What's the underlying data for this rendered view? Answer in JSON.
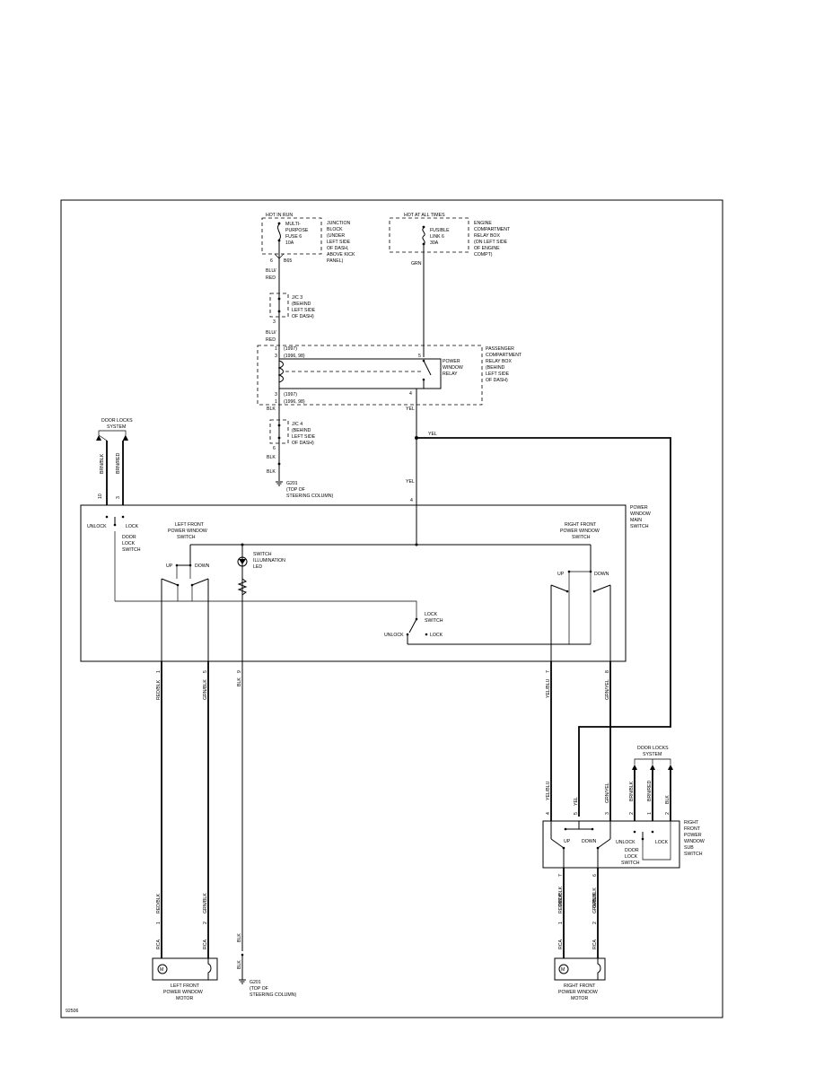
{
  "diagram_id": "92506",
  "top": {
    "hot_in_run": "HOT IN RUN",
    "hot_at_all_times": "HOT AT ALL TIMES",
    "fuse": [
      "MULTI-",
      "PURPOSE",
      "FUSE 6",
      "10A"
    ],
    "junction_block": [
      "JUNCTION",
      "BLOCK",
      "(UNDER",
      "LEFT SIDE",
      "OF DASH,",
      "ABOVE KICK",
      "PANEL)"
    ],
    "fusible_link": [
      "FUSIBLE",
      "LINK 6",
      "30A"
    ],
    "engine_box": [
      "ENGINE",
      "COMPARTMENT",
      "RELAY BOX",
      "(ON LEFT SIDE",
      "OF ENGINE",
      "COMPT)"
    ],
    "pin6": "6",
    "b65": "B65",
    "wire_blu_red_a": [
      "BLU/",
      "RED"
    ],
    "grn": "GRN",
    "jc3": [
      "J/C 3",
      "(BEHIND",
      "LEFT SIDE",
      "OF DASH)"
    ],
    "jc3_pin": "3",
    "wire_blu_red_b": [
      "BLU/",
      "RED"
    ],
    "relay_pins": [
      "1",
      "3",
      "3",
      "1",
      "5",
      "4"
    ],
    "relay_years": [
      "(1997)",
      "(1996, 98)",
      "(1997)",
      "(1996, 98)"
    ],
    "relay_label": [
      "POWER",
      "WINDOW",
      "RELAY"
    ],
    "passenger_box": [
      "PASSENGER",
      "COMPARTMENT",
      "RELAY BOX",
      "(BEHIND",
      "LEFT SIDE",
      "OF DASH)"
    ],
    "blk_a": "BLK",
    "yel_a": "YEL",
    "jc4": [
      "J/C 4",
      "(BEHIND",
      "LEFT SIDE",
      "OF DASH)"
    ],
    "jc4_pin": "6",
    "blk_b": "BLK",
    "blk_c": "BLK",
    "g201_a": [
      "G201",
      "(TOP OF",
      "STEERING COLUMN)"
    ],
    "yel_b": "YEL",
    "yel_c": "YEL",
    "yel_pin": "4"
  },
  "door_locks_left": [
    "DOOR LOCKS",
    "SYSTEM"
  ],
  "door_locks_right": [
    "DOOR LOCKS",
    "SYSTEM"
  ],
  "main_switch": {
    "label": [
      "POWER",
      "WINDOW",
      "MAIN",
      "SWITCH"
    ],
    "left_wires": [
      "BRN/BLK",
      "BRN/RED"
    ],
    "left_pins": [
      "10",
      "3"
    ],
    "unlock": "UNLOCK",
    "lock": "LOCK",
    "door_lock_switch": [
      "DOOR",
      "LOCK",
      "SWITCH"
    ],
    "left_front_switch": [
      "LEFT FRONT",
      "POWER WINDOW",
      "SWITCH"
    ],
    "up": "UP",
    "down": "DOWN",
    "illum": [
      "SWITCH",
      "ILLUMINATION",
      "LED"
    ],
    "right_front_switch": [
      "RIGHT FRONT",
      "POWER WINDOW",
      "SWITCH"
    ],
    "up_r": "UP",
    "down_r": "DOWN",
    "lock_switch": [
      "LOCK",
      "SWITCH"
    ],
    "unlock_b": "UNLOCK",
    "lock_b": "LOCK",
    "bottom_pins": [
      "1",
      "5",
      "9",
      "7",
      "8"
    ],
    "bottom_wires": [
      "RED/BLK",
      "GRN/BLK",
      "BLK",
      "YEL/BLU",
      "GRN/YEL"
    ]
  },
  "sub_switch": {
    "label": [
      "RIGHT",
      "FRONT",
      "POWER",
      "WINDOW",
      "SUB",
      "SWITCH"
    ],
    "top_wires": [
      "YEL/BLU",
      "YEL",
      "GRN/YEL",
      "BRN/BLK",
      "BRN/RED",
      "BLK"
    ],
    "top_pins": [
      "4",
      "5",
      "3",
      "2",
      "1",
      "2"
    ],
    "up": "UP",
    "down": "DOWN",
    "unlock": "UNLOCK",
    "lock": "LOCK",
    "door_lock_switch": [
      "DOOR",
      "LOCK",
      "SWITCH"
    ],
    "bottom_pins": [
      "7",
      "6"
    ],
    "bottom_wires": [
      "RED/BLK",
      "GRN/BLK"
    ]
  },
  "left_motor": {
    "wires": [
      "RED/BLK",
      "GRN/BLK"
    ],
    "pins": [
      "1",
      "2"
    ],
    "wires_rca": [
      "RCA",
      "RCA"
    ],
    "label": [
      "LEFT FRONT",
      "POWER WINDOW",
      "MOTOR"
    ],
    "m": "M"
  },
  "right_motor": {
    "wires": [
      "RED/BLK",
      "GRN/BLK"
    ],
    "pins": [
      "1",
      "2"
    ],
    "wires_rca": [
      "RCA",
      "RCA"
    ],
    "label": [
      "RIGHT FRONT",
      "POWER WINDOW",
      "MOTOR"
    ],
    "m": "M"
  },
  "ground_left": {
    "wire": "BLK",
    "wire2": "BLK",
    "label": [
      "G201",
      "(TOP OF",
      "STEERING COLUMN)"
    ]
  }
}
